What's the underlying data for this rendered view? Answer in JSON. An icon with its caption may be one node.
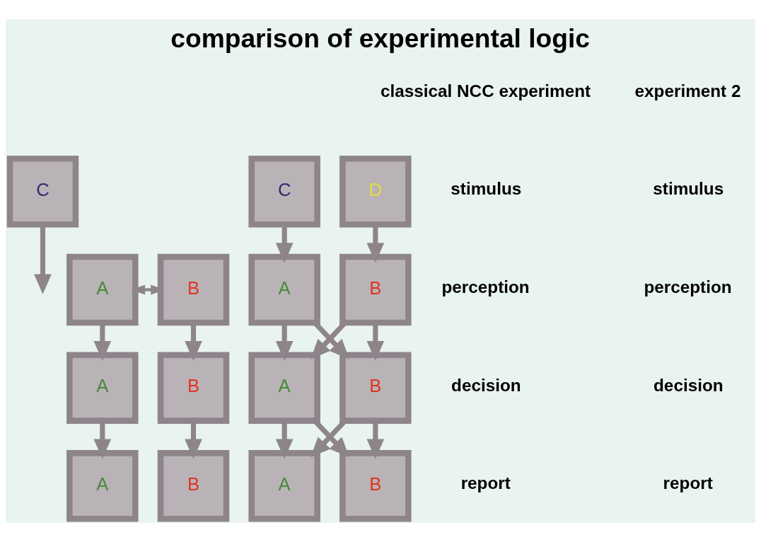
{
  "diagram": {
    "title": "comparison of experimental logic",
    "nodes": [
      {
        "text": [
          "C"
        ]
      },
      {
        "text": [
          "A"
        ]
      },
      {
        "text": [
          "B"
        ]
      },
      {
        "text": [
          "A"
        ]
      },
      {
        "text": [
          "B"
        ]
      },
      {
        "text": [
          "A"
        ]
      },
      {
        "text": [
          "B"
        ]
      },
      {
        "text": [
          "C"
        ]
      },
      {
        "text": [
          "D"
        ]
      },
      {
        "text": [
          "A"
        ]
      },
      {
        "text": [
          "B"
        ]
      },
      {
        "text": [
          "A"
        ]
      },
      {
        "text": [
          "B"
        ]
      },
      {
        "text": [
          "A"
        ]
      },
      {
        "text": [
          "B"
        ]
      }
    ],
    "edges": [
      {
        "from": 0,
        "to": null,
        "arrow": "to"
      },
      {
        "from": 1,
        "to": 2,
        "arrow": "both"
      },
      {
        "from": 1,
        "to": 3,
        "arrow": "to"
      },
      {
        "from": 2,
        "to": 4,
        "arrow": "to"
      },
      {
        "from": 3,
        "to": 5,
        "arrow": "to"
      },
      {
        "from": 4,
        "to": 6,
        "arrow": "to"
      },
      {
        "from": 7,
        "to": 9,
        "arrow": "to"
      },
      {
        "from": 8,
        "to": 10,
        "arrow": "to"
      },
      {
        "from": 9,
        "to": 11,
        "arrow": "to"
      },
      {
        "from": 9,
        "to": 12,
        "arrow": "to"
      },
      {
        "from": 10,
        "to": 11,
        "arrow": "to"
      },
      {
        "from": 10,
        "to": 12,
        "arrow": "to"
      },
      {
        "from": 11,
        "to": 13,
        "arrow": "to"
      },
      {
        "from": 11,
        "to": 14,
        "arrow": "to"
      },
      {
        "from": 12,
        "to": 13,
        "arrow": "to"
      },
      {
        "from": 12,
        "to": 14,
        "arrow": "to"
      }
    ],
    "labels": [
      "classical NCC experiment",
      "experiment 2",
      "stimulus",
      "stimulus",
      "perception",
      "perception",
      "decision",
      "decision",
      "report",
      "report"
    ]
  }
}
